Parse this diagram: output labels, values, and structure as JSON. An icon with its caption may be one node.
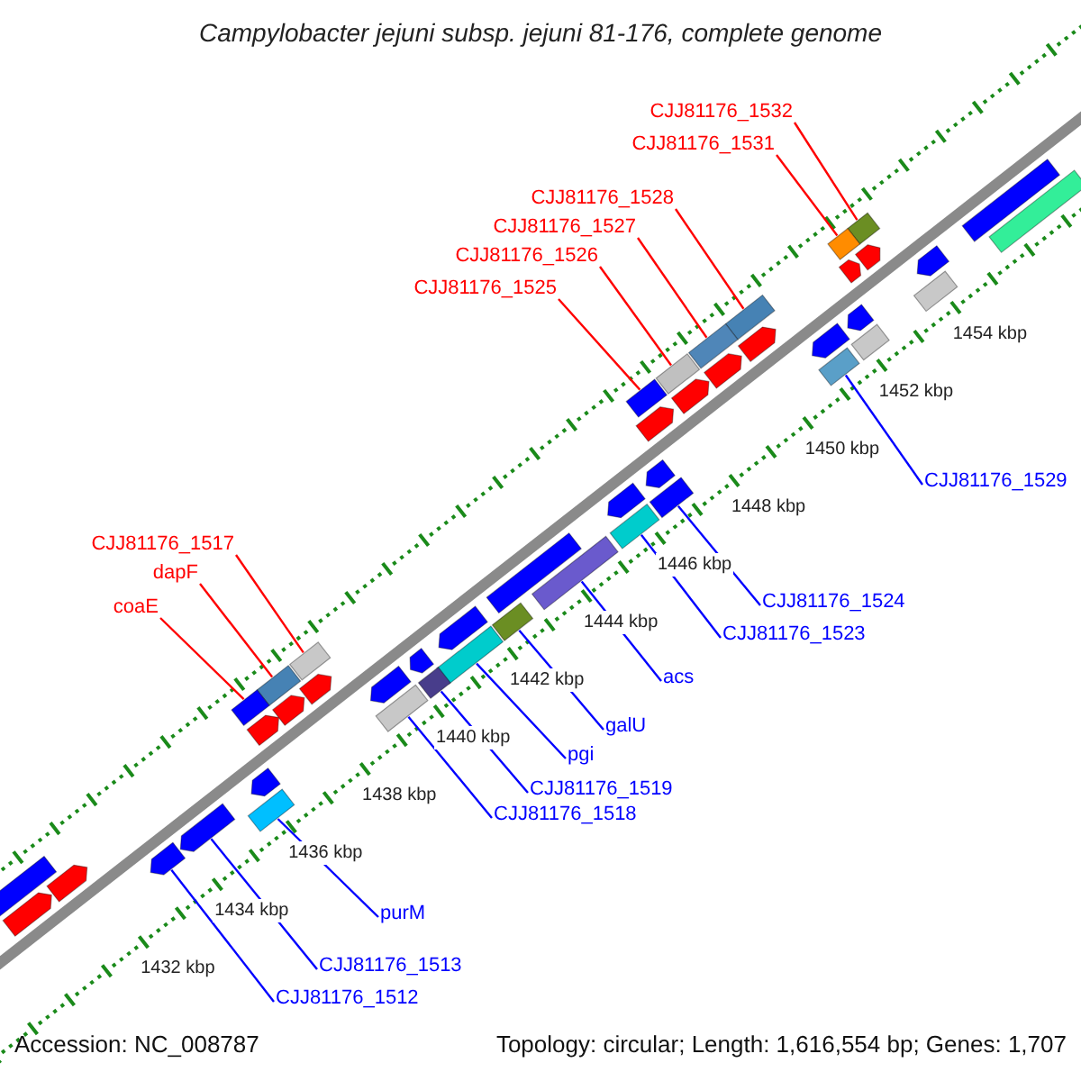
{
  "diagram": {
    "title": "Campylobacter jejuni subsp. jejuni 81-176, complete genome",
    "nodes": [
      {
        "text": [
          "CJJ81176_1532"
        ]
      },
      {
        "text": [
          "CJJ81176_1531"
        ]
      },
      {
        "text": [
          "CJJ81176_1528"
        ]
      },
      {
        "text": [
          "CJJ81176_1527"
        ]
      },
      {
        "text": [
          "CJJ81176_1526"
        ]
      },
      {
        "text": [
          "CJJ81176_1525"
        ]
      },
      {
        "text": [
          "CJJ81176_1529"
        ]
      },
      {
        "text": [
          "CJJ81176_1517"
        ]
      },
      {
        "text": [
          "dapF"
        ]
      },
      {
        "text": [
          "CJJ81176_1524"
        ]
      },
      {
        "text": [
          "coaE"
        ]
      },
      {
        "text": [
          "CJJ81176_1523"
        ]
      },
      {
        "text": [
          "acs"
        ]
      },
      {
        "text": [
          "galU"
        ]
      },
      {
        "text": [
          "pgi"
        ]
      },
      {
        "text": [
          "CJJ81176_1519"
        ]
      },
      {
        "text": [
          "CJJ81176_1518"
        ]
      },
      {
        "text": [
          "purM"
        ]
      },
      {
        "text": [
          "CJJ81176_1513"
        ]
      },
      {
        "text": [
          "CJJ81176_1512"
        ]
      },
      {
        "text": [],
        "shape": "box"
      },
      {
        "text": [],
        "shape": "box"
      },
      {
        "text": [],
        "shape": "box"
      },
      {
        "text": [],
        "shape": "box"
      },
      {
        "text": [],
        "shape": "box"
      },
      {
        "text": [],
        "shape": "box"
      },
      {
        "text": [],
        "shape": "box"
      },
      {
        "text": [],
        "shape": "box"
      },
      {
        "text": [],
        "shape": "box"
      },
      {
        "text": [],
        "shape": "box"
      },
      {
        "text": [],
        "shape": "box"
      },
      {
        "text": [],
        "shape": "box"
      },
      {
        "text": [],
        "shape": "box"
      },
      {
        "text": [],
        "shape": "box"
      },
      {
        "text": [],
        "shape": "box"
      },
      {
        "text": [],
        "shape": "box"
      },
      {
        "text": [],
        "shape": "box"
      },
      {
        "text": [],
        "shape": "box"
      },
      {
        "text": [],
        "shape": "arrow"
      },
      {
        "text": [],
        "shape": "arrow"
      },
      {
        "text": [],
        "shape": "box"
      },
      {
        "text": [],
        "shape": "arrow"
      },
      {
        "text": [],
        "shape": "arrow"
      },
      {
        "text": [],
        "shape": "arrow"
      },
      {
        "text": [],
        "shape": "arrow"
      },
      {
        "text": [],
        "shape": "arrow"
      },
      {
        "text": [],
        "shape": "arrow"
      },
      {
        "text": [],
        "shape": "arrow"
      },
      {
        "text": [],
        "shape": "arrow"
      },
      {
        "text": [],
        "shape": "arrow"
      },
      {
        "text": [],
        "shape": "box"
      },
      {
        "text": [],
        "shape": "arrow"
      },
      {
        "text": [],
        "shape": "arrow"
      },
      {
        "text": [],
        "shape": "arrow"
      },
      {
        "text": [],
        "shape": "arrow"
      },
      {
        "text": [],
        "shape": "arrow"
      },
      {
        "text": [],
        "shape": "arrow"
      },
      {
        "text": [],
        "shape": "arrow"
      },
      {
        "text": [],
        "shape": "arrow"
      },
      {
        "text": [],
        "shape": "arrow"
      },
      {
        "text": [],
        "shape": "box"
      },
      {
        "text": [],
        "shape": "arrow"
      },
      {
        "text": [],
        "shape": "arrow"
      },
      {
        "text": [],
        "shape": "box"
      },
      {
        "text": [],
        "shape": "box"
      },
      {
        "text": [],
        "shape": "box"
      }
    ],
    "edges": [
      {
        "from": 0,
        "to": 20,
        "arrow": "none",
        "color": "#ff0000"
      },
      {
        "from": 1,
        "to": 21,
        "arrow": "none",
        "color": "#ff0000"
      },
      {
        "from": 2,
        "to": 22,
        "arrow": "none",
        "color": "#ff0000"
      },
      {
        "from": 3,
        "to": 23,
        "arrow": "none",
        "color": "#ff0000"
      },
      {
        "from": 4,
        "to": 24,
        "arrow": "none",
        "color": "#ff0000"
      },
      {
        "from": 5,
        "to": 25,
        "arrow": "none",
        "color": "#ff0000"
      },
      {
        "from": 6,
        "to": 26,
        "arrow": "none"
      },
      {
        "from": 7,
        "to": 27,
        "arrow": "none",
        "color": "#ff0000"
      },
      {
        "from": 8,
        "to": 28,
        "arrow": "none",
        "color": "#ff0000"
      },
      {
        "from": 9,
        "to": 29,
        "arrow": "none"
      },
      {
        "from": 10,
        "to": 30,
        "arrow": "none",
        "color": "#ff0000"
      },
      {
        "from": 11,
        "to": 31,
        "arrow": "none"
      },
      {
        "from": 12,
        "to": 32,
        "arrow": "none"
      },
      {
        "from": 13,
        "to": 33,
        "arrow": "none"
      },
      {
        "from": 14,
        "to": 34,
        "arrow": "none"
      },
      {
        "from": 15,
        "to": 35,
        "arrow": "none"
      },
      {
        "from": 16,
        "to": 36,
        "arrow": "none"
      },
      {
        "from": 17,
        "to": 37,
        "arrow": "none"
      },
      {
        "from": 18,
        "to": 38,
        "arrow": "none"
      },
      {
        "from": 19,
        "to": 39,
        "arrow": "none"
      }
    ],
    "labels": [
      "1454 kbp",
      "1452 kbp",
      "1450 kbp",
      "1448 kbp",
      "1446 kbp",
      "1444 kbp",
      "1442 kbp",
      "1440 kbp",
      "1438 kbp",
      "1436 kbp",
      "1434 kbp",
      "1432 kbp",
      "Accession: NC_008787",
      "Topology: circular; Length: 1,616,554 bp; Genes: 1,707"
    ]
  }
}
